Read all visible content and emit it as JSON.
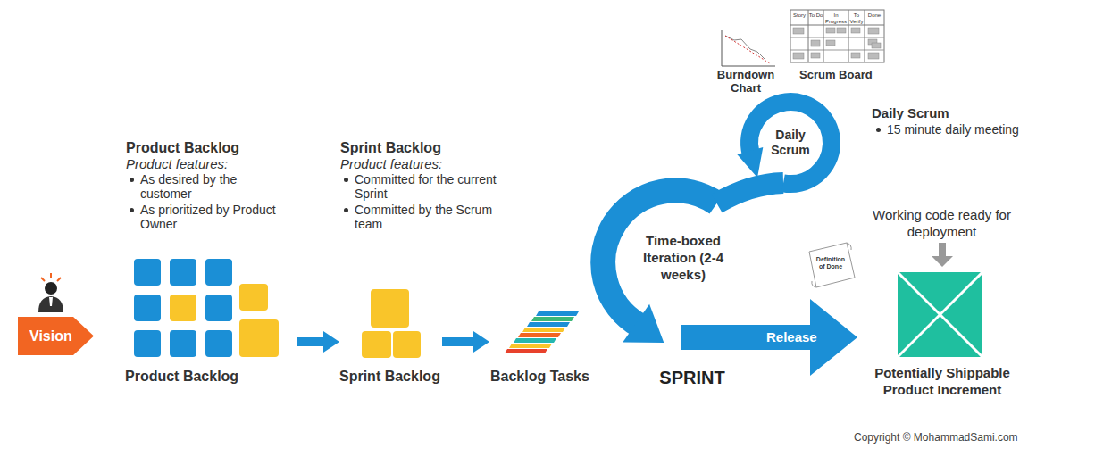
{
  "diagram": {
    "nodes": [
      {
        "text": [
          "Vision"
        ]
      },
      {
        "text": [
          "Product Backlog"
        ]
      },
      {
        "text": [
          "Sprint Backlog"
        ]
      },
      {
        "text": [
          "Backlog Tasks"
        ]
      },
      {
        "text": [
          "Time-boxed Iteration (2-4 weeks)",
          "SPRINT"
        ]
      },
      {
        "text": [
          "Daily Scrum"
        ]
      },
      {
        "text": [
          "Potentially Shippable Product Increment"
        ]
      }
    ],
    "edges": [
      {
        "from": 1,
        "to": 2,
        "arrow": "to"
      },
      {
        "from": 2,
        "to": 3,
        "arrow": "to"
      },
      {
        "from": 4,
        "to": 6,
        "label": "Release",
        "arrow": "to"
      }
    ],
    "labels": [
      "Product Backlog",
      "Product features:",
      "As desired by the customer",
      "As prioritized by Product Owner",
      "Sprint Backlog",
      "Product features:",
      "Committed for the current Sprint",
      "Committed by the Scrum team",
      "Burndown Chart",
      "Scrum Board",
      "Story",
      "To Do",
      "In Progress",
      "To Verify",
      "Done",
      "Daily Scrum",
      "15 minute daily meeting",
      "Working code ready for deployment",
      "Definition of Done",
      "Copyright © MohammadSami.com"
    ]
  }
}
